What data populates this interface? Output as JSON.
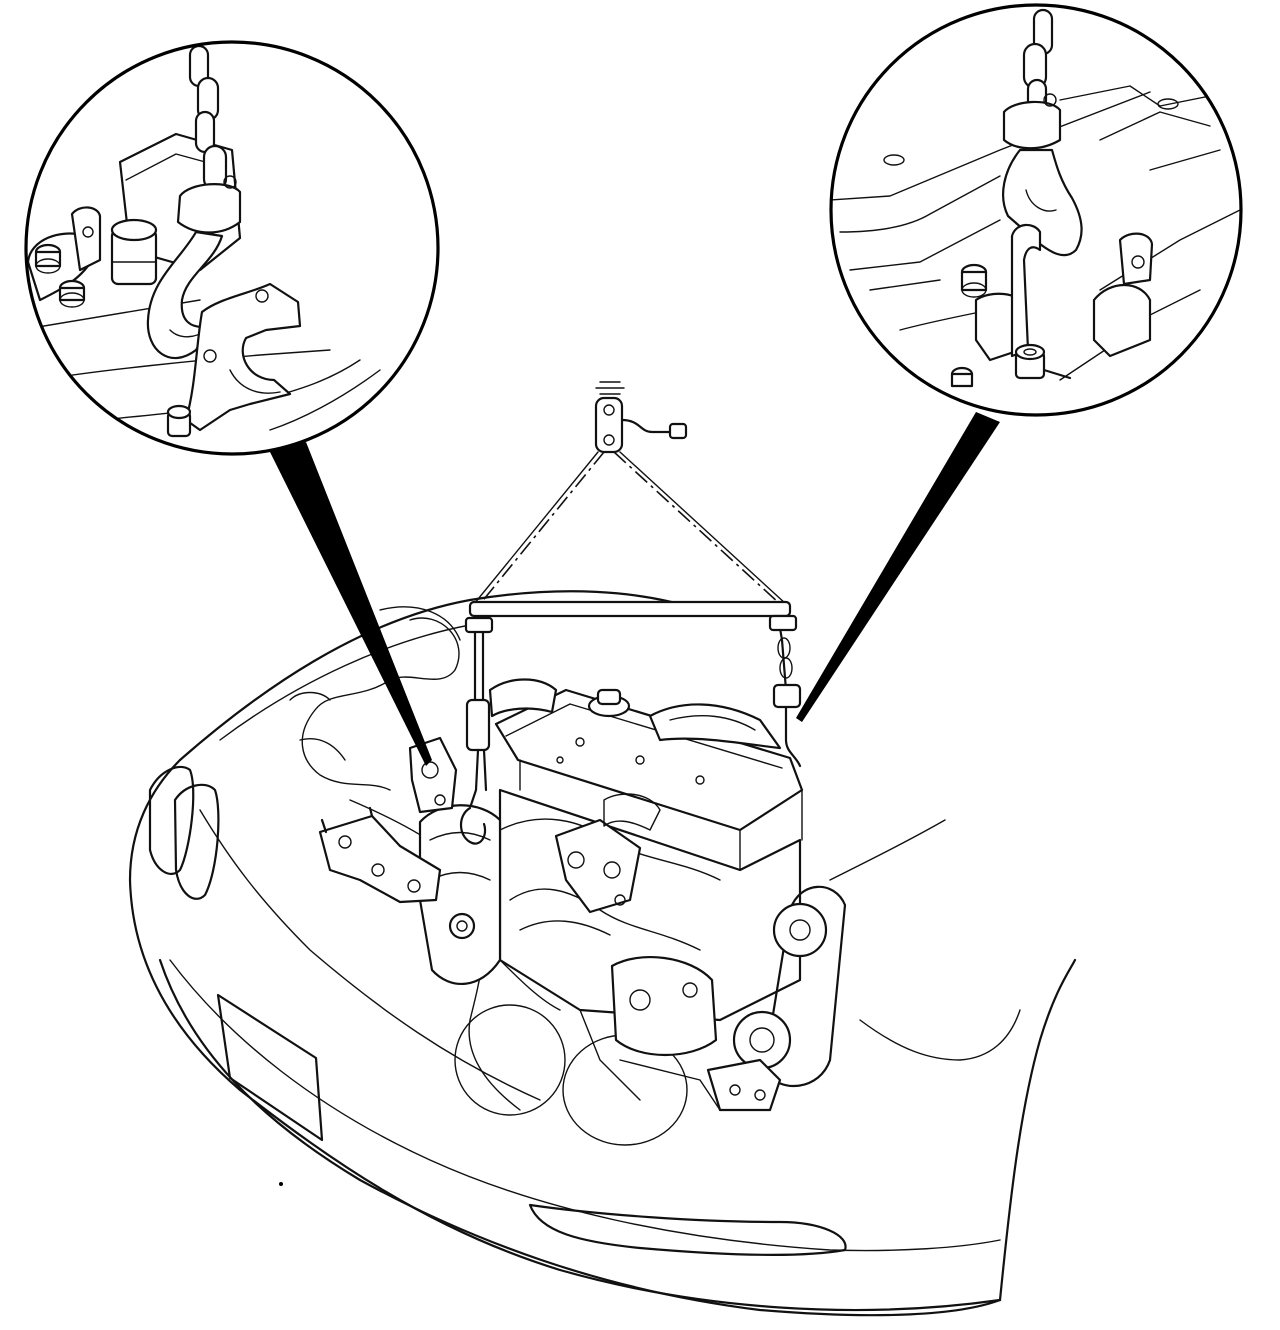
{
  "figure": {
    "kind": "technical-illustration",
    "callouts": [
      {
        "id": "left-detail",
        "icon": "chain-hook-on-transmission-bracket"
      },
      {
        "id": "right-detail",
        "icon": "chain-hook-on-engine-bracket"
      }
    ],
    "colors": {
      "line": "#111111",
      "background": "#ffffff",
      "leader": "#000000"
    }
  }
}
